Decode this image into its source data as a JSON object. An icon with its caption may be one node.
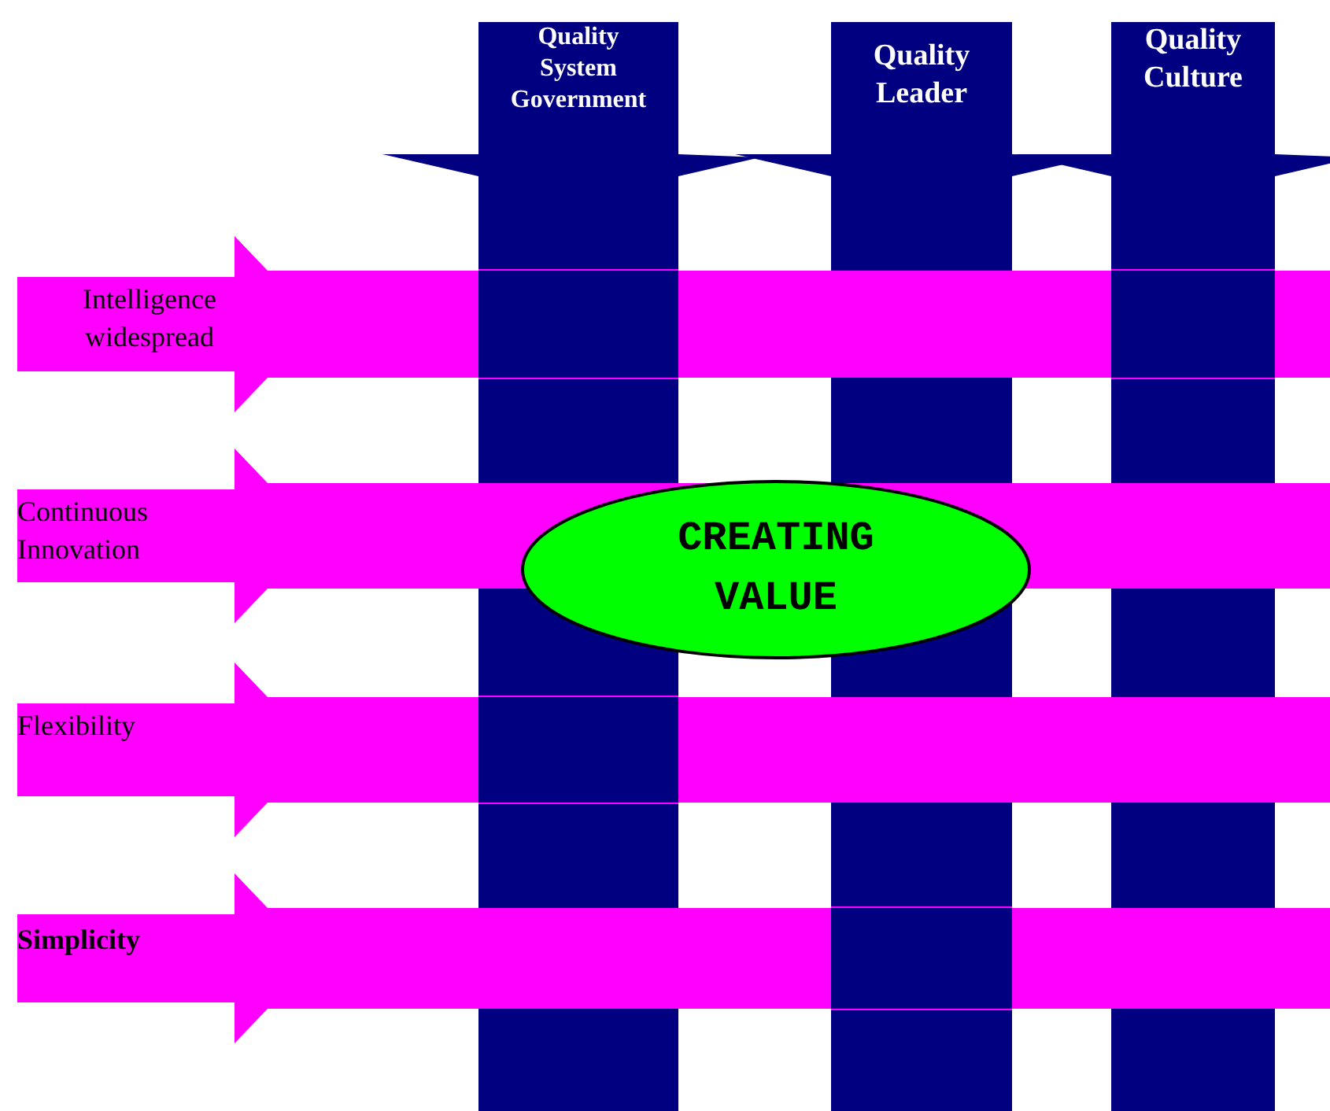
{
  "diagram": {
    "nodes": [
      {
        "text": [
          "Quality System Government"
        ]
      },
      {
        "text": [
          "Quality Leader"
        ]
      },
      {
        "text": [
          "Quality Culture"
        ]
      },
      {
        "text": [
          "Intelligence widespread"
        ]
      },
      {
        "text": [
          "Continuous Innovation"
        ]
      },
      {
        "text": [
          "Flexibility"
        ]
      },
      {
        "text": [
          "Simplicity"
        ]
      },
      {
        "text": [
          "CREATING VALUE"
        ]
      }
    ]
  }
}
